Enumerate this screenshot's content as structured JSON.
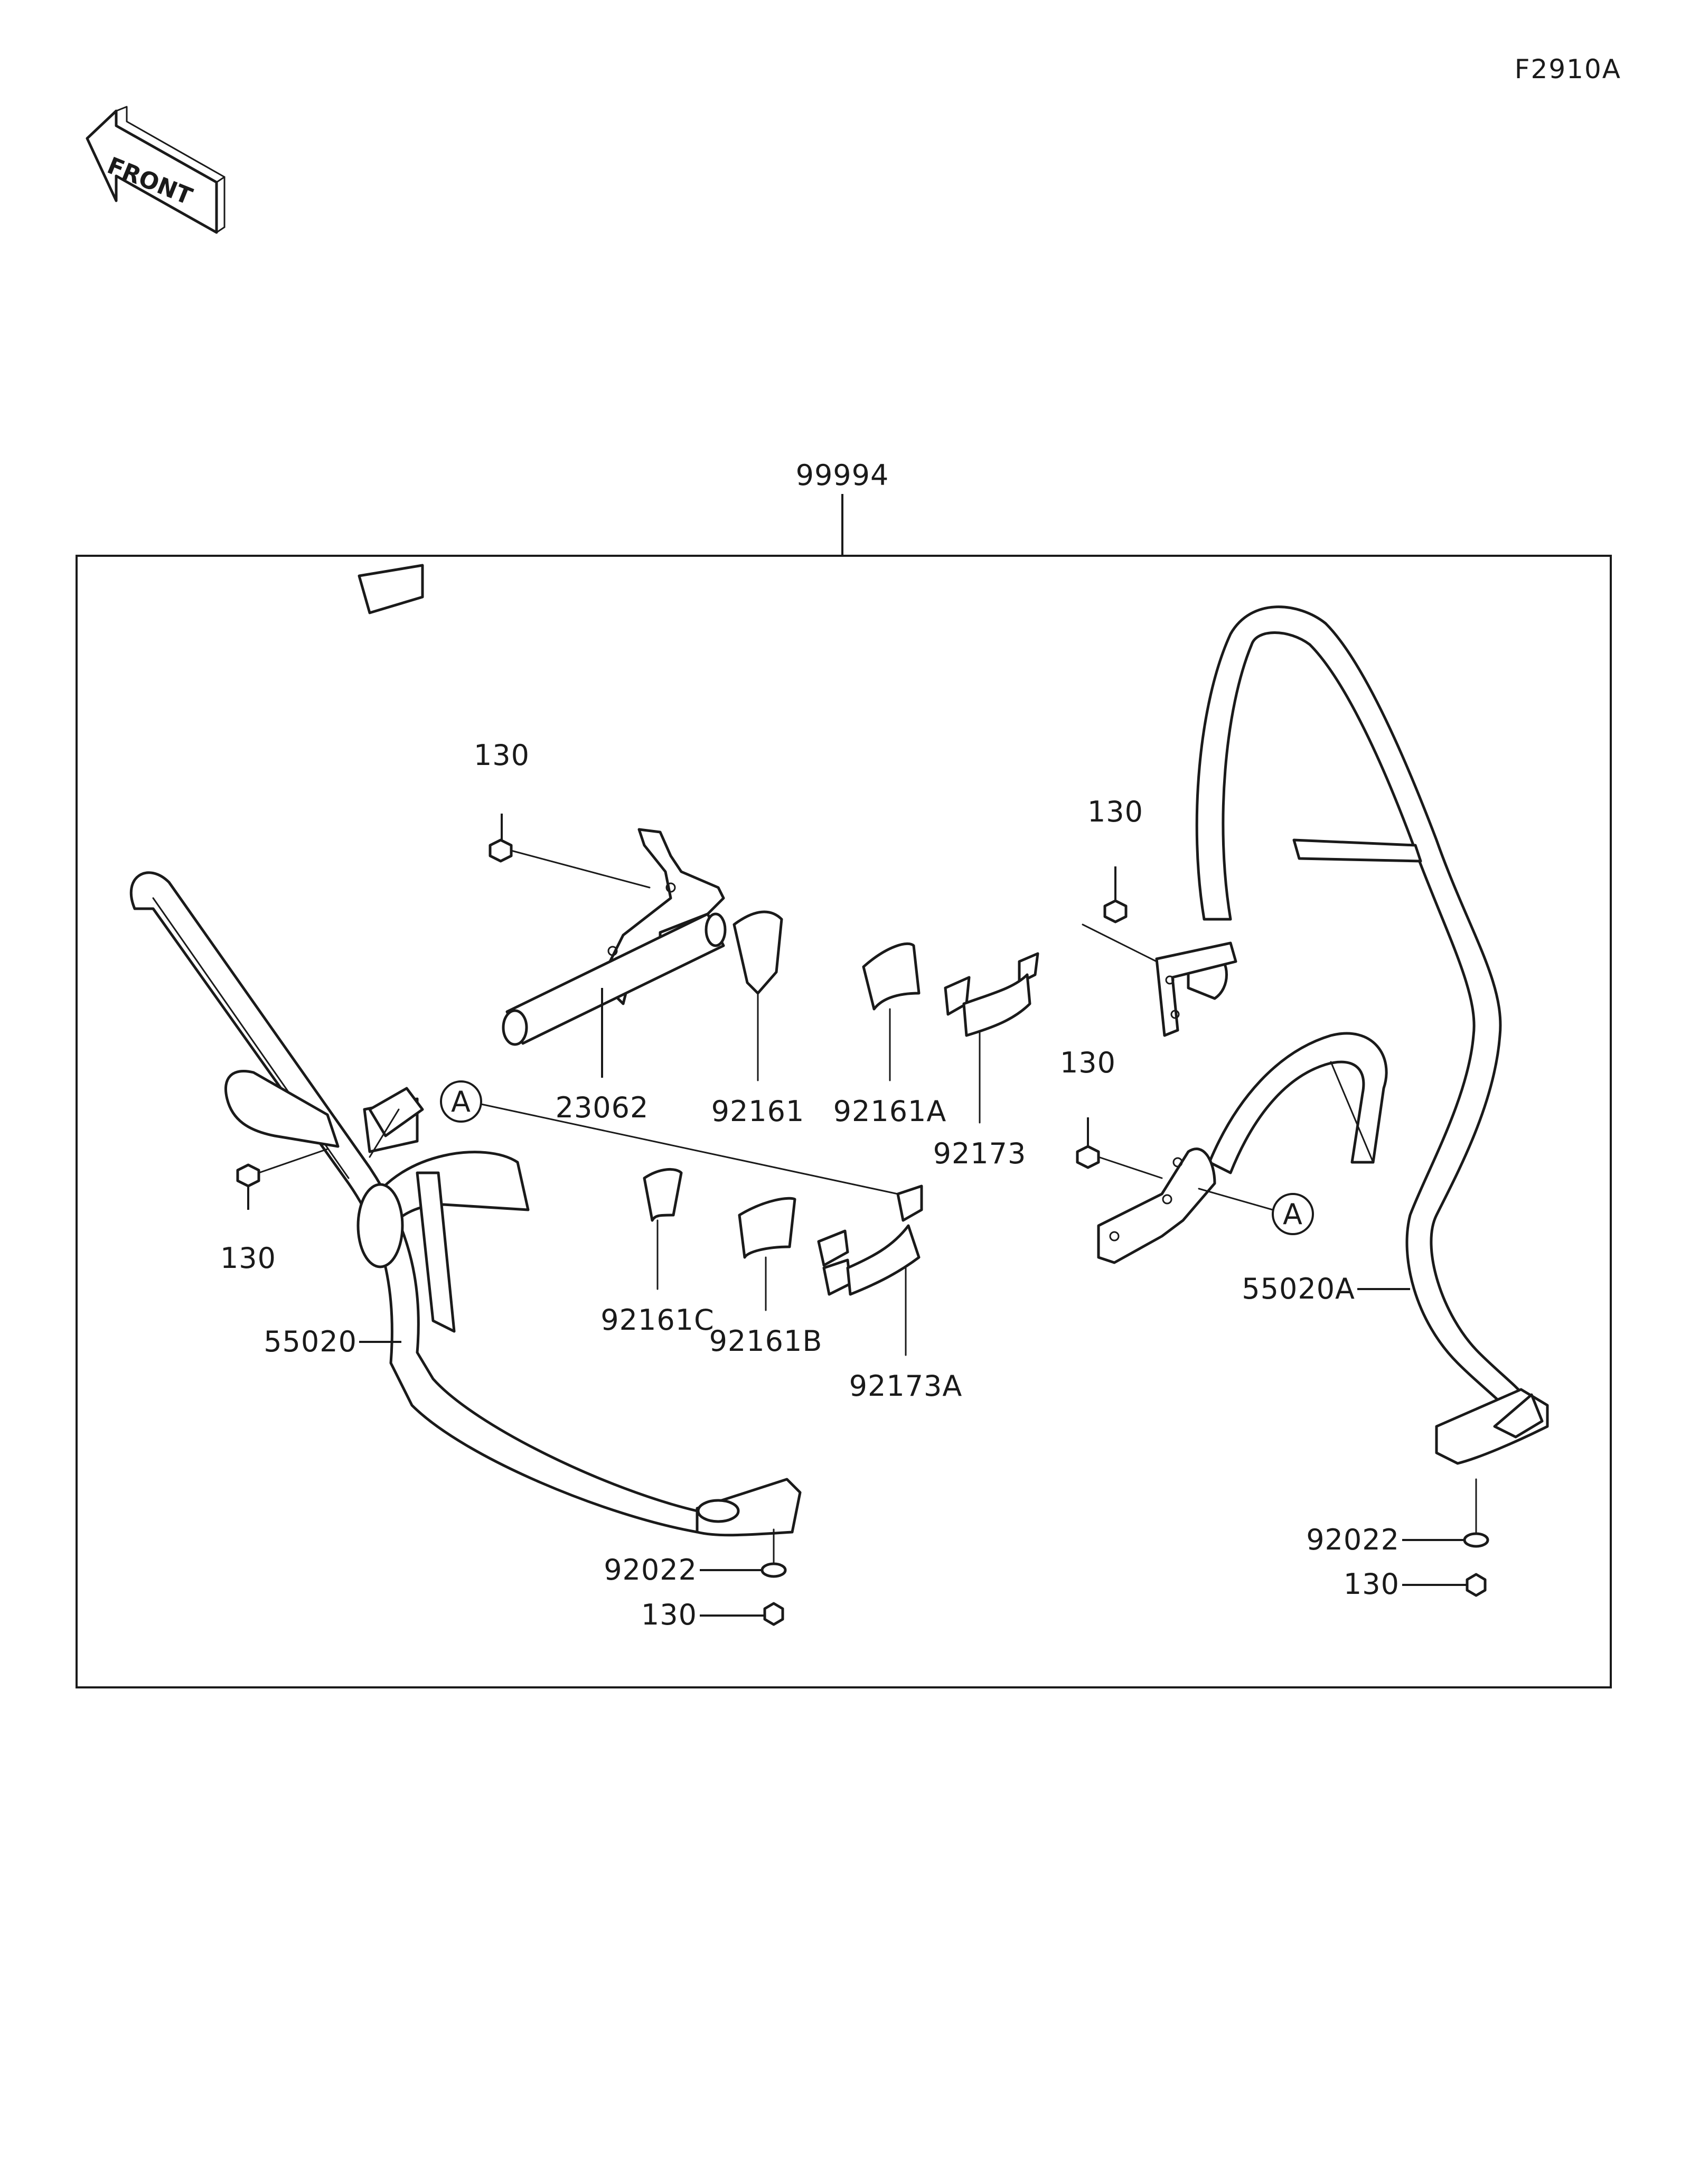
{
  "diagram_code": "F2910A",
  "front_label": "FRONT",
  "labels": {
    "assembly": "99994",
    "bolt_top_left": "130",
    "bolt_left": "130",
    "bolt_right_upper": "130",
    "bolt_right_mid": "130",
    "bolt_bottom_left": "130",
    "bolt_bottom_right": "130",
    "bracket": "23062",
    "pad_a": "92161",
    "pad_b": "92161A",
    "pad_c": "92161C",
    "pad_d": "92161B",
    "clamp_a": "92173",
    "clamp_b": "92173A",
    "guard_left": "55020",
    "guard_right": "55020A",
    "washer_left": "92022",
    "washer_right": "92022",
    "ref_left": "A",
    "ref_right": "A"
  }
}
